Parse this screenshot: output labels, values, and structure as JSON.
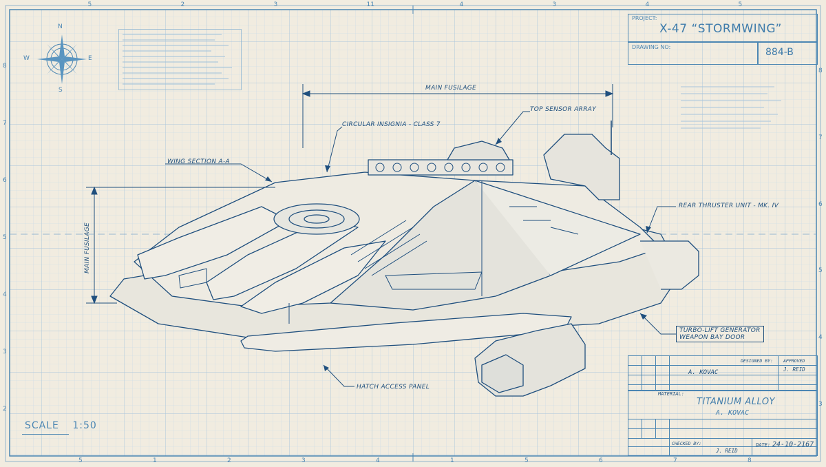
{
  "title_block": {
    "project_label": "PROJECT:",
    "project_name": "X-47 “STORMWING”",
    "drawing_no_label": "DRAWING NO:",
    "drawing_no": "884-B",
    "designed_by_label": "DESIGNED BY:",
    "approved_label": "APPROVED",
    "designer": "A. KOVAC",
    "approver": "J. REID",
    "material_label": "MATERIAL:",
    "material": "TITANIUM ALLOY",
    "material_signature": "A. KOVAC",
    "checked_by_label": "CHECKED BY:",
    "checker": "J. REID",
    "date_label": "DATE:",
    "date": "24-10-2167"
  },
  "compass": {
    "n": "N",
    "s": "S",
    "e": "E",
    "w": "W"
  },
  "scale": {
    "label": "SCALE",
    "value": "1:50"
  },
  "dimensions": {
    "main_fuselage_h": "MAIN FUSILAGE",
    "main_fuselage_v": "MAIN FUSILAGE"
  },
  "callouts": {
    "circular_insignia": "CIRCULAR INSIGNIA - CLASS 7",
    "top_sensor": "TOP SENSOR ARRAY",
    "wing_section": "WING SECTION A-A",
    "rear_thruster": "REAR THRUSTER UNIT - MK. IV",
    "turbo_lift": "TURBO-LIFT GENERATOR",
    "weapon_bay": "WEAPON BAY DOOR",
    "hatch_access": "HATCH ACCESS PANEL"
  },
  "border_ticks": {
    "top": [
      "5",
      "2",
      "3",
      "11",
      "4",
      "3",
      "4",
      "5"
    ],
    "bottom": [
      "5",
      "1",
      "2",
      "3",
      "4",
      "1",
      "5",
      "6",
      "7",
      "8"
    ],
    "left": [
      "8",
      "7",
      "6",
      "5",
      "4",
      "3",
      "2"
    ],
    "right": [
      "8",
      "7",
      "6",
      "5",
      "4",
      "3"
    ]
  },
  "colors": {
    "paper": "#f1ece0",
    "grid": "#b7cfe1",
    "ink": "#2f6f9c",
    "ink_dark": "#1e4f7d"
  }
}
